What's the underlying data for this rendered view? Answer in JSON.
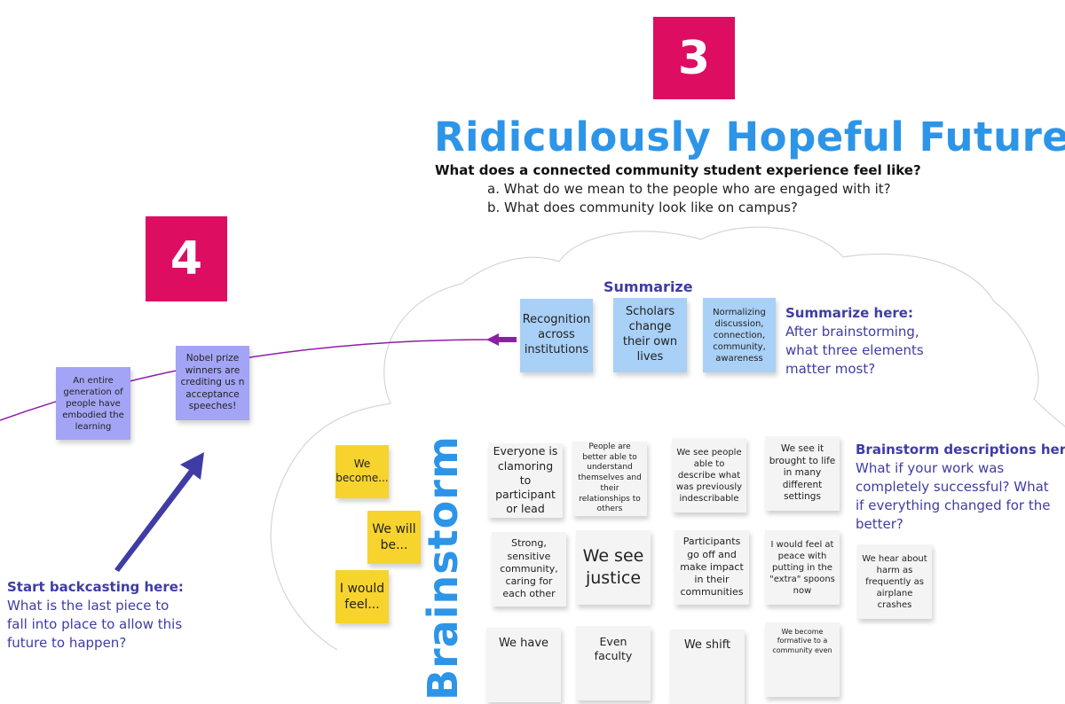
{
  "steps": {
    "three": "3",
    "four": "4"
  },
  "title": "Ridiculously Hopeful Future",
  "questions": {
    "main": "What does a connected community student experience feel like?",
    "a": "a. What do we mean to the people who are engaged with it?",
    "b": "b. What does community look like on campus?"
  },
  "summarize": {
    "heading": "Summarize",
    "notes": [
      "Recognition across institutions",
      "Scholars change their own lives",
      "Normalizing discussion, connection, community, awareness"
    ],
    "label_title": "Summarize here:",
    "label_body": "After brainstorming, what three elements matter most?"
  },
  "backcast": {
    "notes": [
      "An entire generation of people have embodied the learning",
      "Nobel prize winners are crediting us n acceptance speeches!"
    ],
    "label_title": "Start backcasting here:",
    "label_body": "What is the last piece to fall into place to allow this future to happen?"
  },
  "brainstorm": {
    "heading": "Brainstorm",
    "prompts": [
      "We become...",
      "We will be...",
      "I would feel..."
    ],
    "notes_row1": [
      "Everyone is clamoring to participant or lead",
      "People are better able to understand themselves and their relationships to others",
      "We see people able to describe what was previously indescribable",
      "We see it brought to life in many different settings"
    ],
    "notes_row2": [
      "Strong, sensitive community, caring for each other",
      "We see justice",
      "Participants go off and make impact in their communities",
      "I would feel at peace with putting in the \"extra\" spoons now",
      "We hear about harm as frequently as airplane crashes"
    ],
    "notes_row3": [
      "We have",
      "Even faculty",
      "We shift",
      "We become formative to a community even"
    ],
    "label_title": "Brainstorm descriptions here:",
    "label_body": "What if your work was completely successful? What if everything changed for the better?"
  },
  "colors": {
    "accent_pink": "#dd0d62",
    "title_blue": "#2d95e8",
    "label_purple": "#3f3ca6",
    "sticky_blue": "#a9d0f7",
    "sticky_purple": "#a4a4f6",
    "sticky_yellow": "#f7d32e"
  }
}
